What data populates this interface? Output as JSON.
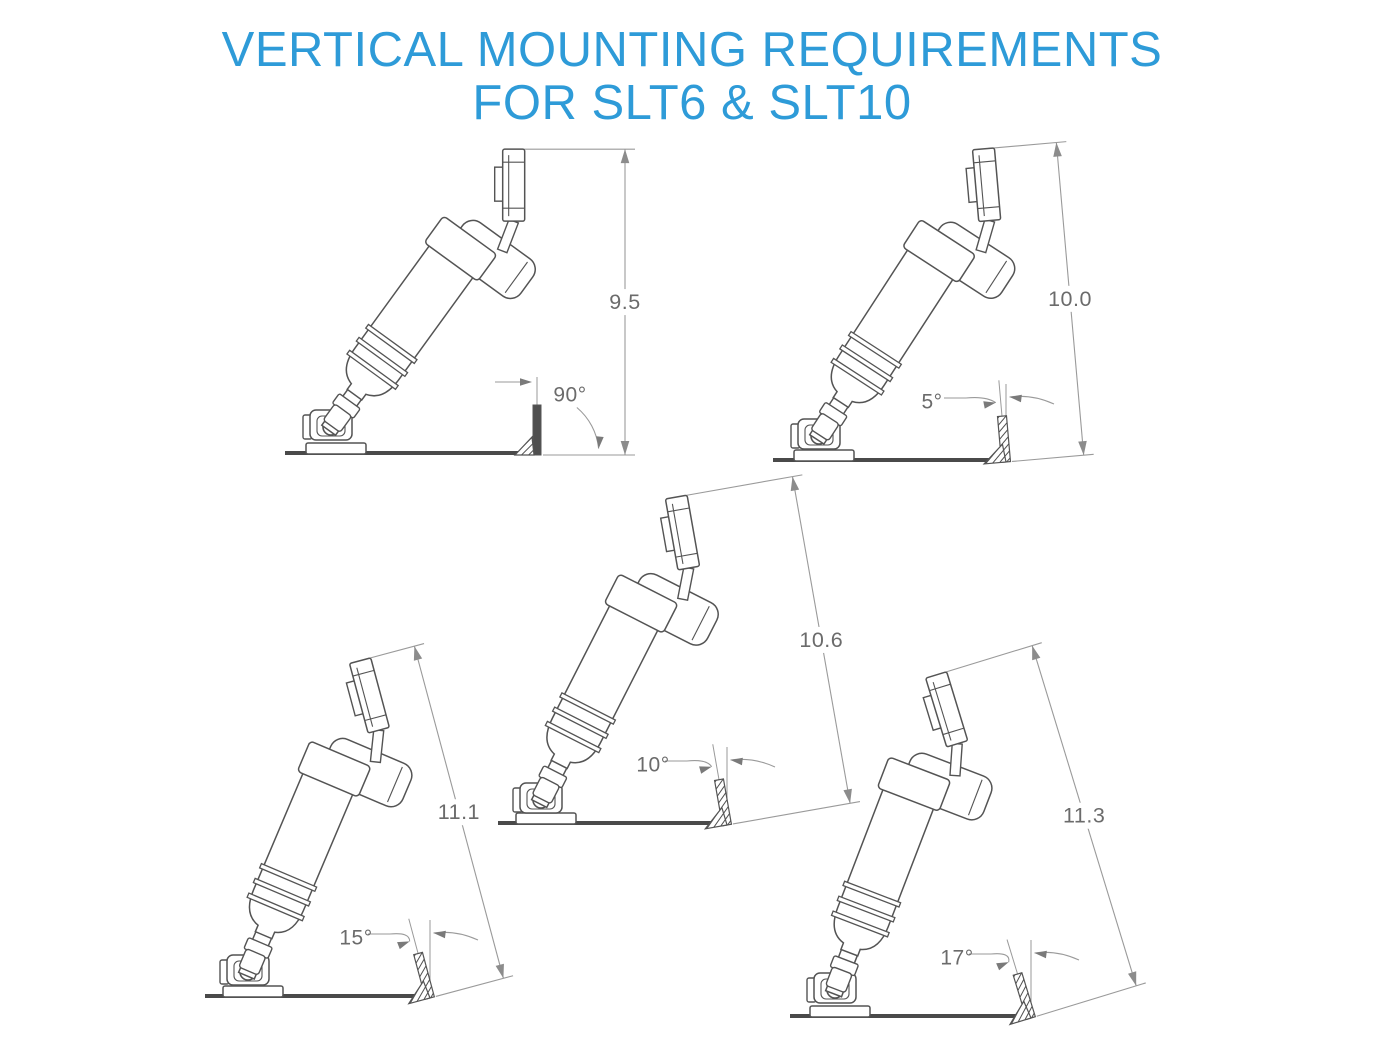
{
  "title": {
    "line1": "VERTICAL MOUNTING REQUIREMENTS",
    "line2": "FOR SLT6 & SLT10"
  },
  "colors": {
    "title_blue": "#2E9BD8",
    "line_art": "#545454",
    "ground": "#4A4A4A",
    "dimension_lines": "#9A9A9A",
    "label_text": "#6B6B6B"
  },
  "diagrams": [
    {
      "id": "90deg",
      "angle_label": "90°",
      "height_label": "9.5"
    },
    {
      "id": "5deg",
      "angle_label": "5°",
      "height_label": "10.0"
    },
    {
      "id": "10deg",
      "angle_label": "10°",
      "height_label": "10.6"
    },
    {
      "id": "15deg",
      "angle_label": "15°",
      "height_label": "11.1"
    },
    {
      "id": "17deg",
      "angle_label": "17°",
      "height_label": "11.3"
    }
  ]
}
